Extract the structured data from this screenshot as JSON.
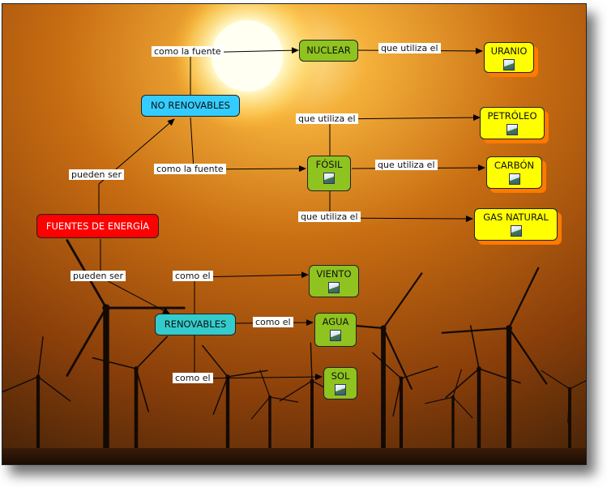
{
  "nodes": {
    "fuentes": "FUENTES DE ENERGÍA",
    "no_renovables": "NO RENOVABLES",
    "renovables": "RENOVABLES",
    "nuclear": "NUCLEAR",
    "fosil": "FÓSIL",
    "uranio": "URANIO",
    "petroleo": "PETRÓLEO",
    "carbon": "CARBÓN",
    "gas_natural": "GAS NATURAL",
    "viento": "VIENTO",
    "agua": "AGUA",
    "sol": "SOL"
  },
  "links": {
    "pueden_ser_1": "pueden ser",
    "pueden_ser_2": "pueden ser",
    "como_la_fuente_1": "como la fuente",
    "como_la_fuente_2": "como la fuente",
    "que_utiliza_uranio": "que utiliza el",
    "que_utiliza_petroleo": "que utiliza el",
    "que_utiliza_carbon": "que utiliza el",
    "que_utiliza_gas": "que utiliza el",
    "como_el_viento": "como el",
    "como_el_agua": "como el",
    "como_el_sol": "como el"
  },
  "colors": {
    "green_node": "#8fc31f",
    "yellow_node": "#ffff00",
    "blue_node": "#33ccff",
    "teal_node": "#33cccc",
    "red_node": "#ff0000",
    "sky_top": "#3a1e08",
    "sky_mid": "#c86d12",
    "sun": "#ffffe6"
  },
  "icons": [
    "sun",
    "wind-turbine",
    "document-icon"
  ]
}
